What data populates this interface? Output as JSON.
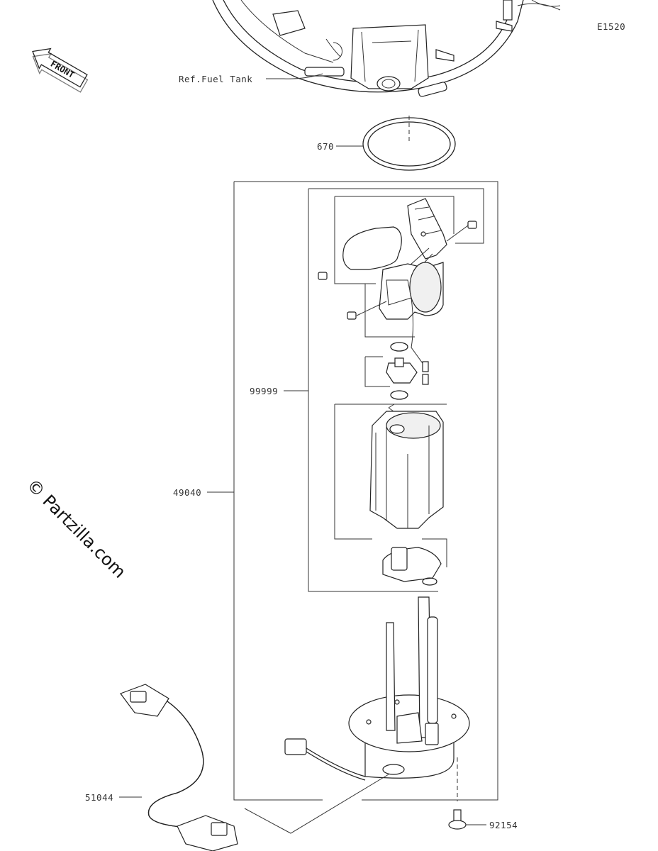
{
  "diagram_code": "E1520",
  "front_label": "FRONT",
  "watermark": "© Partzilla.com",
  "labels": {
    "ref_fuel_tank": "Ref.Fuel Tank",
    "p670": "670",
    "p99999": "99999",
    "p49040": "49040",
    "p51044": "51044",
    "p92154": "92154"
  }
}
